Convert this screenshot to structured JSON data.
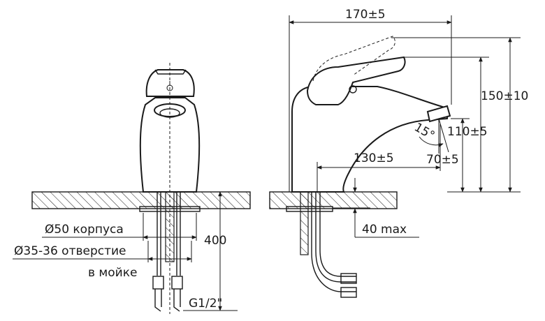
{
  "dimensions": {
    "width_total": "170±5",
    "height_total": "150±10",
    "spout_height": "110±5",
    "spout_reach": "130±5",
    "spout_underside": "70±5",
    "angle": "15°",
    "counter_thickness": "40 max",
    "hose_length": "400",
    "thread": "G1/2\""
  },
  "notes": {
    "body_diameter": "Ø50 корпуса",
    "hole_diameter": "Ø35-36 отверстие",
    "hole_location": "в мойке"
  }
}
